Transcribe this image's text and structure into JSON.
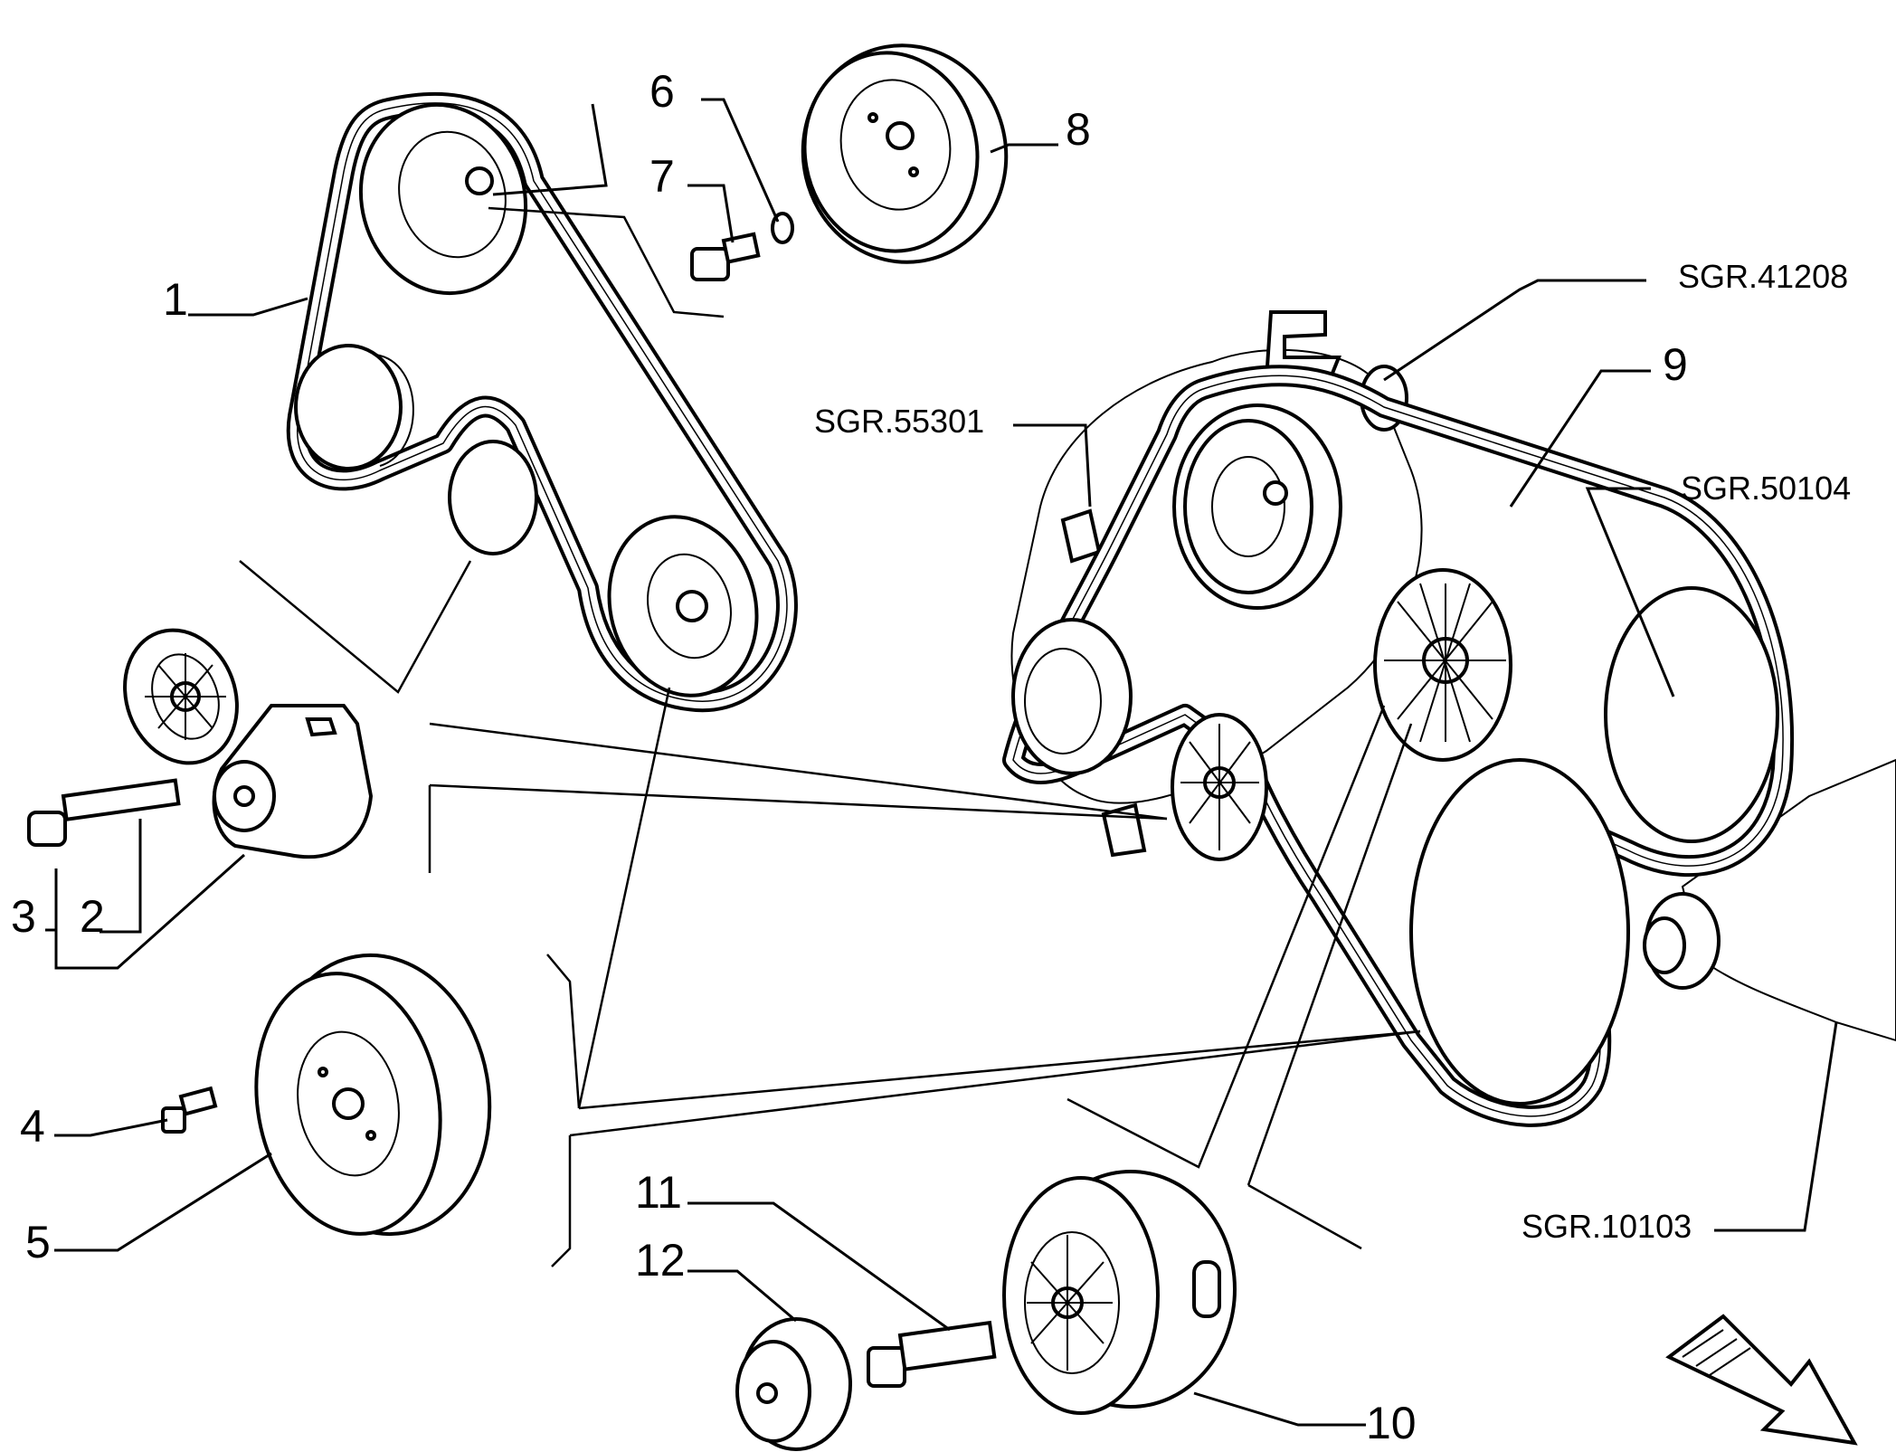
{
  "labels": {
    "p1": "1",
    "p2": "2",
    "p3": "3",
    "p4": "4",
    "p5": "5",
    "p6": "6",
    "p7": "7",
    "p8": "8",
    "p9": "9",
    "p10": "10",
    "p11": "11",
    "p12": "12"
  },
  "references": {
    "r41208": "SGR.41208",
    "r55301": "SGR.55301",
    "r50104": "SGR.50104",
    "r10103": "SGR.10103"
  },
  "icons": {
    "direction": "direction-arrow-icon"
  }
}
